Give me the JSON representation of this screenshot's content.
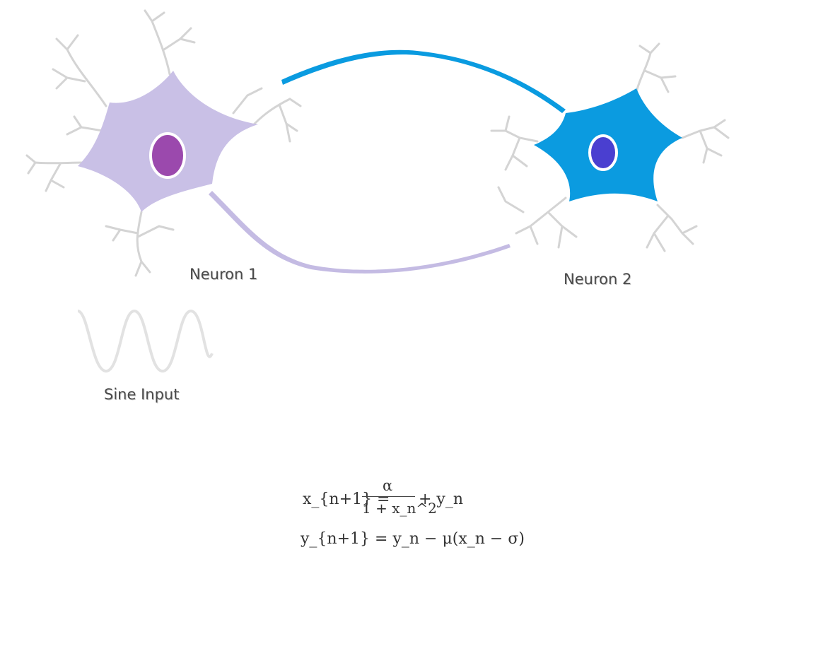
{
  "labels": {
    "neuron1": "Neuron 1",
    "neuron2": "Neuron 2",
    "sine_input": "Sine Input"
  },
  "colors": {
    "neuron1_body": "#c9c0e6",
    "neuron1_nucleus": "#9b49ad",
    "neuron2_body": "#0b9be0",
    "neuron2_nucleus": "#4a3fd0",
    "axon1": "#c4bbe3",
    "axon2": "#0a9be0"
  },
  "equations": {
    "eq1_lhs": "x_{n+1} =",
    "eq1_numerator": "α",
    "eq1_denominator": "1 + x_n^2",
    "eq1_tail": "+ y_n",
    "eq2": "y_{n+1} = y_n − μ(x_n − σ)"
  }
}
